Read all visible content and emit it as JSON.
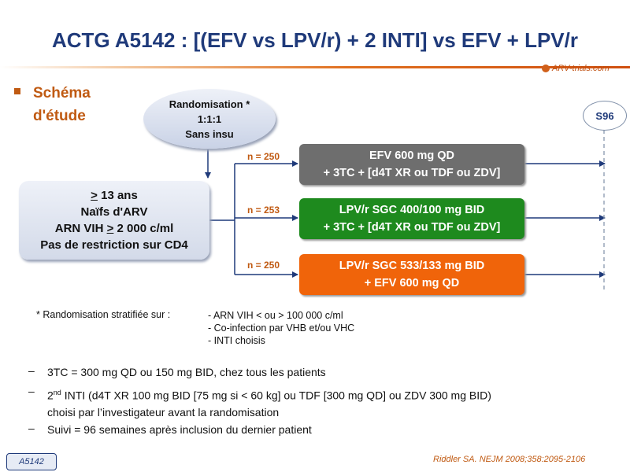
{
  "title": "ACTG A5142 : [(EFV vs LPV/r) + 2 INTI] vs EFV + LPV/r",
  "logo_text": "ARV-trials.com",
  "section_label": [
    "Schéma",
    "d'étude"
  ],
  "randomisation": {
    "lines": [
      "Randomisation *",
      "1:1:1",
      "Sans insu"
    ]
  },
  "population": {
    "line1_symbol": ">",
    "line1_rest": " 13 ans",
    "line2": "Naïfs d'ARV",
    "line3_pre": "ARN VIH ",
    "line3_symbol": ">",
    "line3_post": " 2 000 c/ml",
    "line4": "Pas de restriction sur CD4"
  },
  "arms": [
    {
      "n": "n = 250",
      "line1": "EFV 600 mg QD",
      "line2": "+ 3TC + [d4T XR ou TDF ou ZDV]",
      "color": "#6e6e6e"
    },
    {
      "n": "n = 253",
      "line1": "LPV/r SGC 400/100 mg BID",
      "line2": "+ 3TC + [d4T XR ou TDF ou ZDV]",
      "color": "#1e8a1e"
    },
    {
      "n": "n = 250",
      "line1": "LPV/r SGC 533/133 mg BID",
      "line2": "+ EFV 600 mg QD",
      "color": "#f0640a"
    }
  ],
  "endpoint": "S96",
  "stratification": {
    "label": "* Randomisation stratifiée sur :",
    "items": [
      "- ARN VIH < ou > 100 000 c/ml",
      "- Co-infection par VHB et/ou VHC",
      "- INTI choisis"
    ]
  },
  "notes": [
    {
      "dash": "–",
      "text": "3TC = 300 mg QD ou 150 mg BID, chez tous les patients"
    },
    {
      "dash": "–",
      "pre": "2",
      "sup": "nd",
      "text": " INTI (d4T XR 100 mg BID [75 mg si < 60 kg] ou TDF [300 mg QD] ou ZDV 300 mg BID)",
      "text2": "choisi par l’investigateur avant la randomisation"
    },
    {
      "dash": "–",
      "text": "Suivi = 96 semaines après inclusion du dernier patient"
    }
  ],
  "footer_tag": "A5142",
  "citation": "Riddler SA. NEJM 2008;358:2095-2106",
  "colors": {
    "title": "#1f3a7a",
    "accent": "#c05a12",
    "arm_grey": "#6e6e6e",
    "arm_green": "#1e8a1e",
    "arm_orange": "#f0640a"
  }
}
